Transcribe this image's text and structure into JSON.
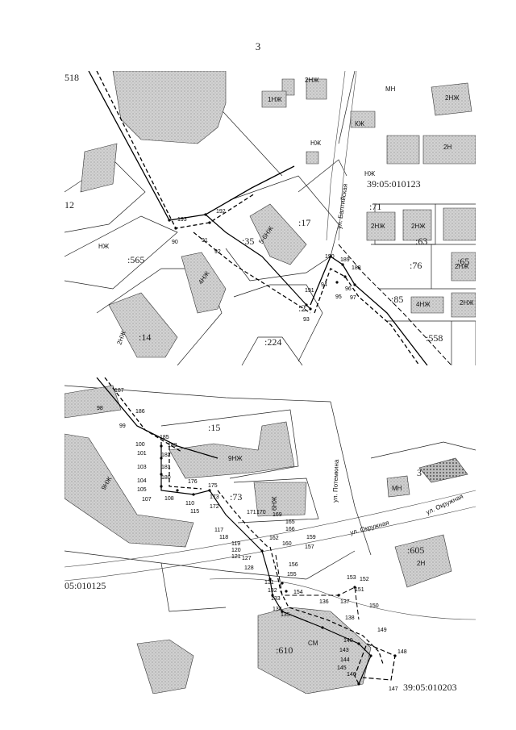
{
  "page": {
    "number": "3"
  },
  "top_map": {
    "cadastral_block": "39:05:010123",
    "street": "ул. Балтийская",
    "parcels": [
      {
        "id": "p518",
        "text": "518"
      },
      {
        "id": "p17",
        "text": ":17"
      },
      {
        "id": "p35",
        "text": ":35"
      },
      {
        "id": "p565",
        "text": ":565"
      },
      {
        "id": "p14",
        "text": ":14"
      },
      {
        "id": "p2",
        "text": ":2"
      },
      {
        "id": "p224",
        "text": ":224"
      },
      {
        "id": "p71",
        "text": ":71"
      },
      {
        "id": "p63",
        "text": ":63"
      },
      {
        "id": "p76",
        "text": ":76"
      },
      {
        "id": "p65",
        "text": ":65"
      },
      {
        "id": "p85",
        "text": ":85"
      },
      {
        "id": "p558",
        "text": ":558"
      },
      {
        "id": "p12",
        "text": "12"
      }
    ],
    "building_labels": [
      {
        "id": "b1",
        "text": "5-6НЖ"
      },
      {
        "id": "b2",
        "text": "4НЖ"
      },
      {
        "id": "b3",
        "text": "2НЖ"
      },
      {
        "id": "b4",
        "text": "1НЖ"
      },
      {
        "id": "b5",
        "text": "2НЖ"
      },
      {
        "id": "b6",
        "text": "2Н"
      },
      {
        "id": "b7",
        "text": "2НЖ"
      },
      {
        "id": "b8",
        "text": "КЖ"
      },
      {
        "id": "b9",
        "text": "2НЖ"
      },
      {
        "id": "b10",
        "text": "4НЖ"
      },
      {
        "id": "b11",
        "text": "2НЖ"
      },
      {
        "id": "b12",
        "text": "НЖ"
      },
      {
        "id": "b13",
        "text": "МН"
      },
      {
        "id": "b14",
        "text": "НЖ"
      },
      {
        "id": "b15",
        "text": "2НЖ"
      },
      {
        "id": "b16",
        "text": "НЖ"
      },
      {
        "id": "b17",
        "text": "2НЖ"
      }
    ],
    "points": [
      {
        "id": "t90",
        "text": "90"
      },
      {
        "id": "t91",
        "text": "91"
      },
      {
        "id": "t92",
        "text": "92"
      },
      {
        "id": "t93",
        "text": "93"
      },
      {
        "id": "t94",
        "text": "94"
      },
      {
        "id": "t95",
        "text": "95"
      },
      {
        "id": "t96",
        "text": "96"
      },
      {
        "id": "t97",
        "text": "97"
      },
      {
        "id": "t188",
        "text": "188"
      },
      {
        "id": "t189",
        "text": "189"
      },
      {
        "id": "t190",
        "text": "190"
      },
      {
        "id": "t191",
        "text": "191"
      },
      {
        "id": "t192",
        "text": "192"
      },
      {
        "id": "t193",
        "text": "193"
      }
    ]
  },
  "bottom_map": {
    "cadastral_block_left": "05:010125",
    "cadastral_block_right": "39:05:010203",
    "streets": [
      "ул. Окружная",
      "ул. Потемкина",
      "ул. Окружная"
    ],
    "parcels": [
      {
        "id": "q15",
        "text": ":15"
      },
      {
        "id": "q73",
        "text": ":73"
      },
      {
        "id": "q3",
        "text": "3"
      },
      {
        "id": "q605",
        "text": ":605"
      },
      {
        "id": "q610",
        "text": ":610"
      }
    ],
    "building_labels": [
      {
        "id": "c1",
        "text": "9НЖ"
      },
      {
        "id": "c2",
        "text": "9НЖ"
      },
      {
        "id": "c3",
        "text": "6НЖ"
      },
      {
        "id": "c4",
        "text": "МН"
      },
      {
        "id": "c5",
        "text": "2Н"
      },
      {
        "id": "c6",
        "text": "СМ"
      }
    ],
    "points": [
      {
        "id": "u98",
        "text": "98"
      },
      {
        "id": "u99",
        "text": "99"
      },
      {
        "id": "u100",
        "text": "100"
      },
      {
        "id": "u101",
        "text": "101"
      },
      {
        "id": "u103",
        "text": "103"
      },
      {
        "id": "u104",
        "text": "104"
      },
      {
        "id": "u105",
        "text": "105"
      },
      {
        "id": "u107",
        "text": "107"
      },
      {
        "id": "u108",
        "text": "108"
      },
      {
        "id": "u110",
        "text": "110"
      },
      {
        "id": "u115",
        "text": "115"
      },
      {
        "id": "u117",
        "text": "117"
      },
      {
        "id": "u118",
        "text": "118"
      },
      {
        "id": "u119",
        "text": "119"
      },
      {
        "id": "u120",
        "text": "120"
      },
      {
        "id": "u121",
        "text": "121"
      },
      {
        "id": "u127",
        "text": "127"
      },
      {
        "id": "u128",
        "text": "128"
      },
      {
        "id": "u131",
        "text": "131"
      },
      {
        "id": "u132",
        "text": "132"
      },
      {
        "id": "u133",
        "text": "133"
      },
      {
        "id": "u134",
        "text": "134"
      },
      {
        "id": "u135",
        "text": "135"
      },
      {
        "id": "u136",
        "text": "136"
      },
      {
        "id": "u137",
        "text": "137"
      },
      {
        "id": "u138",
        "text": "138"
      },
      {
        "id": "u140",
        "text": "140"
      },
      {
        "id": "u143",
        "text": "143"
      },
      {
        "id": "u144",
        "text": "144"
      },
      {
        "id": "u145",
        "text": "145"
      },
      {
        "id": "u146",
        "text": "146"
      },
      {
        "id": "u147",
        "text": "147"
      },
      {
        "id": "u148",
        "text": "148"
      },
      {
        "id": "u149",
        "text": "149"
      },
      {
        "id": "u150",
        "text": "150"
      },
      {
        "id": "u151",
        "text": "151"
      },
      {
        "id": "u152",
        "text": "152"
      },
      {
        "id": "u153",
        "text": "153"
      },
      {
        "id": "u154",
        "text": "154"
      },
      {
        "id": "u155",
        "text": "155"
      },
      {
        "id": "u156",
        "text": "156"
      },
      {
        "id": "u157",
        "text": "157"
      },
      {
        "id": "u159",
        "text": "159"
      },
      {
        "id": "u160",
        "text": "160"
      },
      {
        "id": "u162",
        "text": "162"
      },
      {
        "id": "u165",
        "text": "165"
      },
      {
        "id": "u166",
        "text": "166"
      },
      {
        "id": "u169",
        "text": "169"
      },
      {
        "id": "u170",
        "text": "170"
      },
      {
        "id": "u171",
        "text": "171"
      },
      {
        "id": "u172",
        "text": "172"
      },
      {
        "id": "u173",
        "text": "173"
      },
      {
        "id": "u175",
        "text": "175"
      },
      {
        "id": "u176",
        "text": "176"
      },
      {
        "id": "u180",
        "text": "180"
      },
      {
        "id": "u181",
        "text": "181"
      },
      {
        "id": "u182",
        "text": "182"
      },
      {
        "id": "u183",
        "text": "183"
      },
      {
        "id": "u185",
        "text": "185"
      },
      {
        "id": "u186",
        "text": "186"
      },
      {
        "id": "u187",
        "text": "187"
      }
    ]
  },
  "colors": {
    "line": "#111111",
    "building_fill": "#c9c9c9",
    "background": "#ffffff"
  }
}
